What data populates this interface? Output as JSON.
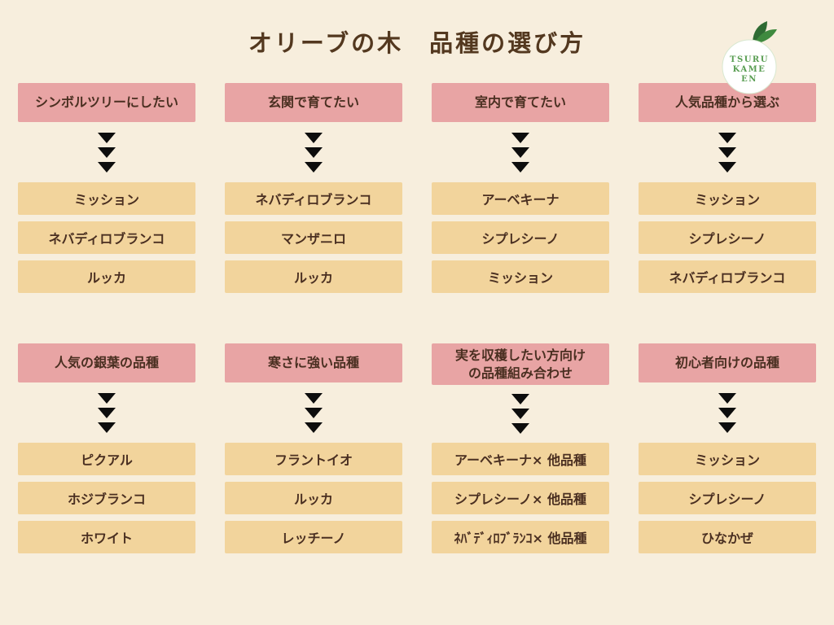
{
  "page": {
    "title": "オリーブの木　品種の選び方",
    "background_color": "#f7eedd",
    "header_color": "#e8a4a4",
    "box_color": "#f2d49c",
    "text_color": "#4a2f21",
    "arrow_color": "#0d0d0d"
  },
  "logo": {
    "line1": "TSURU",
    "line2": "KAME",
    "line3": "EN",
    "accent_green": "#3f7d3a"
  },
  "columns": [
    {
      "header": "シンボルツリーにしたい",
      "items": [
        "ミッション",
        "ネバディロブランコ",
        "ルッカ"
      ]
    },
    {
      "header": "玄関で育てたい",
      "items": [
        "ネバディロブランコ",
        "マンザニロ",
        "ルッカ"
      ]
    },
    {
      "header": "室内で育てたい",
      "items": [
        "アーベキーナ",
        "シプレシーノ",
        "ミッション"
      ]
    },
    {
      "header": "人気品種から選ぶ",
      "items": [
        "ミッション",
        "シプレシーノ",
        "ネバディロブランコ"
      ]
    },
    {
      "header": "人気の銀葉の品種",
      "items": [
        "ピクアル",
        "ホジブランコ",
        "ホワイト"
      ]
    },
    {
      "header": "寒さに強い品種",
      "items": [
        "フラントイオ",
        "ルッカ",
        "レッチーノ"
      ]
    },
    {
      "header": "実を収穫したい方向け\nの品種組み合わせ",
      "items": [
        "アーベキーナ× 他品種",
        "シプレシーノ× 他品種",
        "ﾈﾊﾞﾃﾞｨﾛﾌﾞﾗﾝｺ× 他品種"
      ]
    },
    {
      "header": "初心者向けの品種",
      "items": [
        "ミッション",
        "シプレシーノ",
        "ひなかぜ"
      ]
    }
  ]
}
